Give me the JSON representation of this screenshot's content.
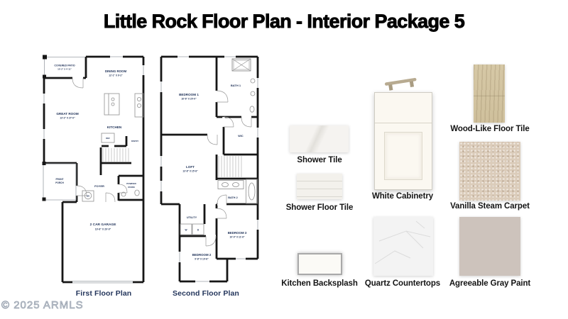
{
  "title": "Little Rock Floor Plan - Interior Package 5",
  "watermark": "© 2025 ARMLS",
  "colors": {
    "plan_text": "#24365c",
    "wall": "#161616",
    "wood": "#d2c3a1",
    "carpet": "#dbccba",
    "agreeable_gray": "#cdc3bc",
    "cabinet": "#fbf8f1",
    "handle": "#b8ab91"
  },
  "floor_plans": {
    "first": {
      "caption": "First Floor Plan",
      "rooms": {
        "covered_patio": {
          "name": "COVERED PATIO",
          "dims": "10'-2\" X 4'-11\""
        },
        "dining_room": {
          "name": "DINING ROOM",
          "dims": "12'-1\" X 9'-2\""
        },
        "great_room": {
          "name": "GREAT ROOM",
          "dims": "13'-2\" X 27'-0\""
        },
        "kitchen": {
          "name": "KITCHEN"
        },
        "ref": {
          "name": "REF"
        },
        "pantry": {
          "name": "PANTRY"
        },
        "front_porch": {
          "line1": "FRONT",
          "line2": "PORCH"
        },
        "foyer": {
          "name": "FOYER"
        },
        "powder_room": {
          "line1": "POWDER",
          "line2": "ROOM"
        },
        "water_heater": {
          "name": "WH"
        },
        "garage": {
          "name": "2 CAR GARAGE",
          "dims": "19'-6\" X 20'-0\""
        }
      }
    },
    "second": {
      "caption": "Second Floor Plan",
      "rooms": {
        "bedroom1": {
          "name": "BEDROOM 1",
          "dims": "16'-6\" X 20'-0\""
        },
        "bath1": {
          "name": "BATH 1"
        },
        "wic": {
          "name": "WIC"
        },
        "loft": {
          "name": "LOFT",
          "dims": "13'-8\" X 15'-8\""
        },
        "bath2": {
          "name": "BATH 2"
        },
        "utility": {
          "name": "UTILITY"
        },
        "washer": {
          "name": "W"
        },
        "dryer": {
          "name": "D"
        },
        "bedroom3": {
          "name": "BEDROOM 3",
          "dims": "10'-0\" X 11'-6\""
        },
        "bedroom2": {
          "name": "BEDROOM 2",
          "dims": "9'-8\" X 10'-6\""
        }
      }
    }
  },
  "samples": [
    {
      "label": "Shower Tile"
    },
    {
      "label": "Shower Floor Tile"
    },
    {
      "label": "Kitchen Backsplash"
    },
    {
      "label": "White Cabinetry"
    },
    {
      "label": "Quartz Countertops"
    },
    {
      "label": "Wood-Like Floor Tile"
    },
    {
      "label": "Vanilla Steam Carpet"
    },
    {
      "label": "Agreeable Gray Paint"
    }
  ]
}
